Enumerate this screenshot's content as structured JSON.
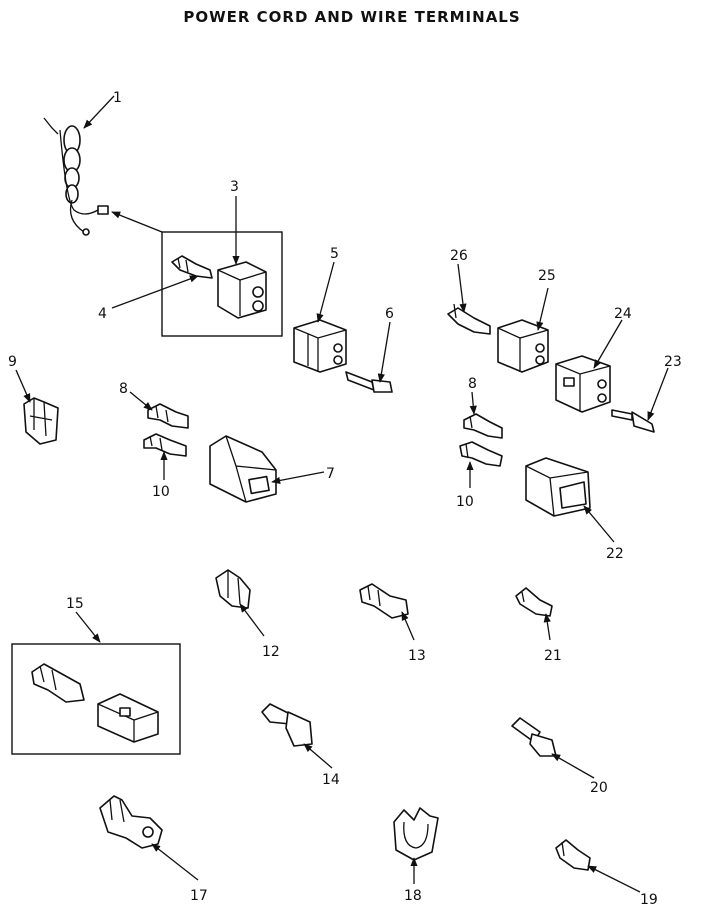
{
  "title": "POWER CORD AND WIRE TERMINALS",
  "callouts": {
    "c1": "1",
    "c3": "3",
    "c4": "4",
    "c5": "5",
    "c6": "6",
    "c7": "7",
    "c8a": "8",
    "c8b": "8",
    "c9": "9",
    "c10a": "10",
    "c10b": "10",
    "c12": "12",
    "c13": "13",
    "c14": "14",
    "c15": "15",
    "c17": "17",
    "c18": "18",
    "c19": "19",
    "c20": "20",
    "c21": "21",
    "c22": "22",
    "c23": "23",
    "c24": "24",
    "c25": "25",
    "c26": "26"
  }
}
